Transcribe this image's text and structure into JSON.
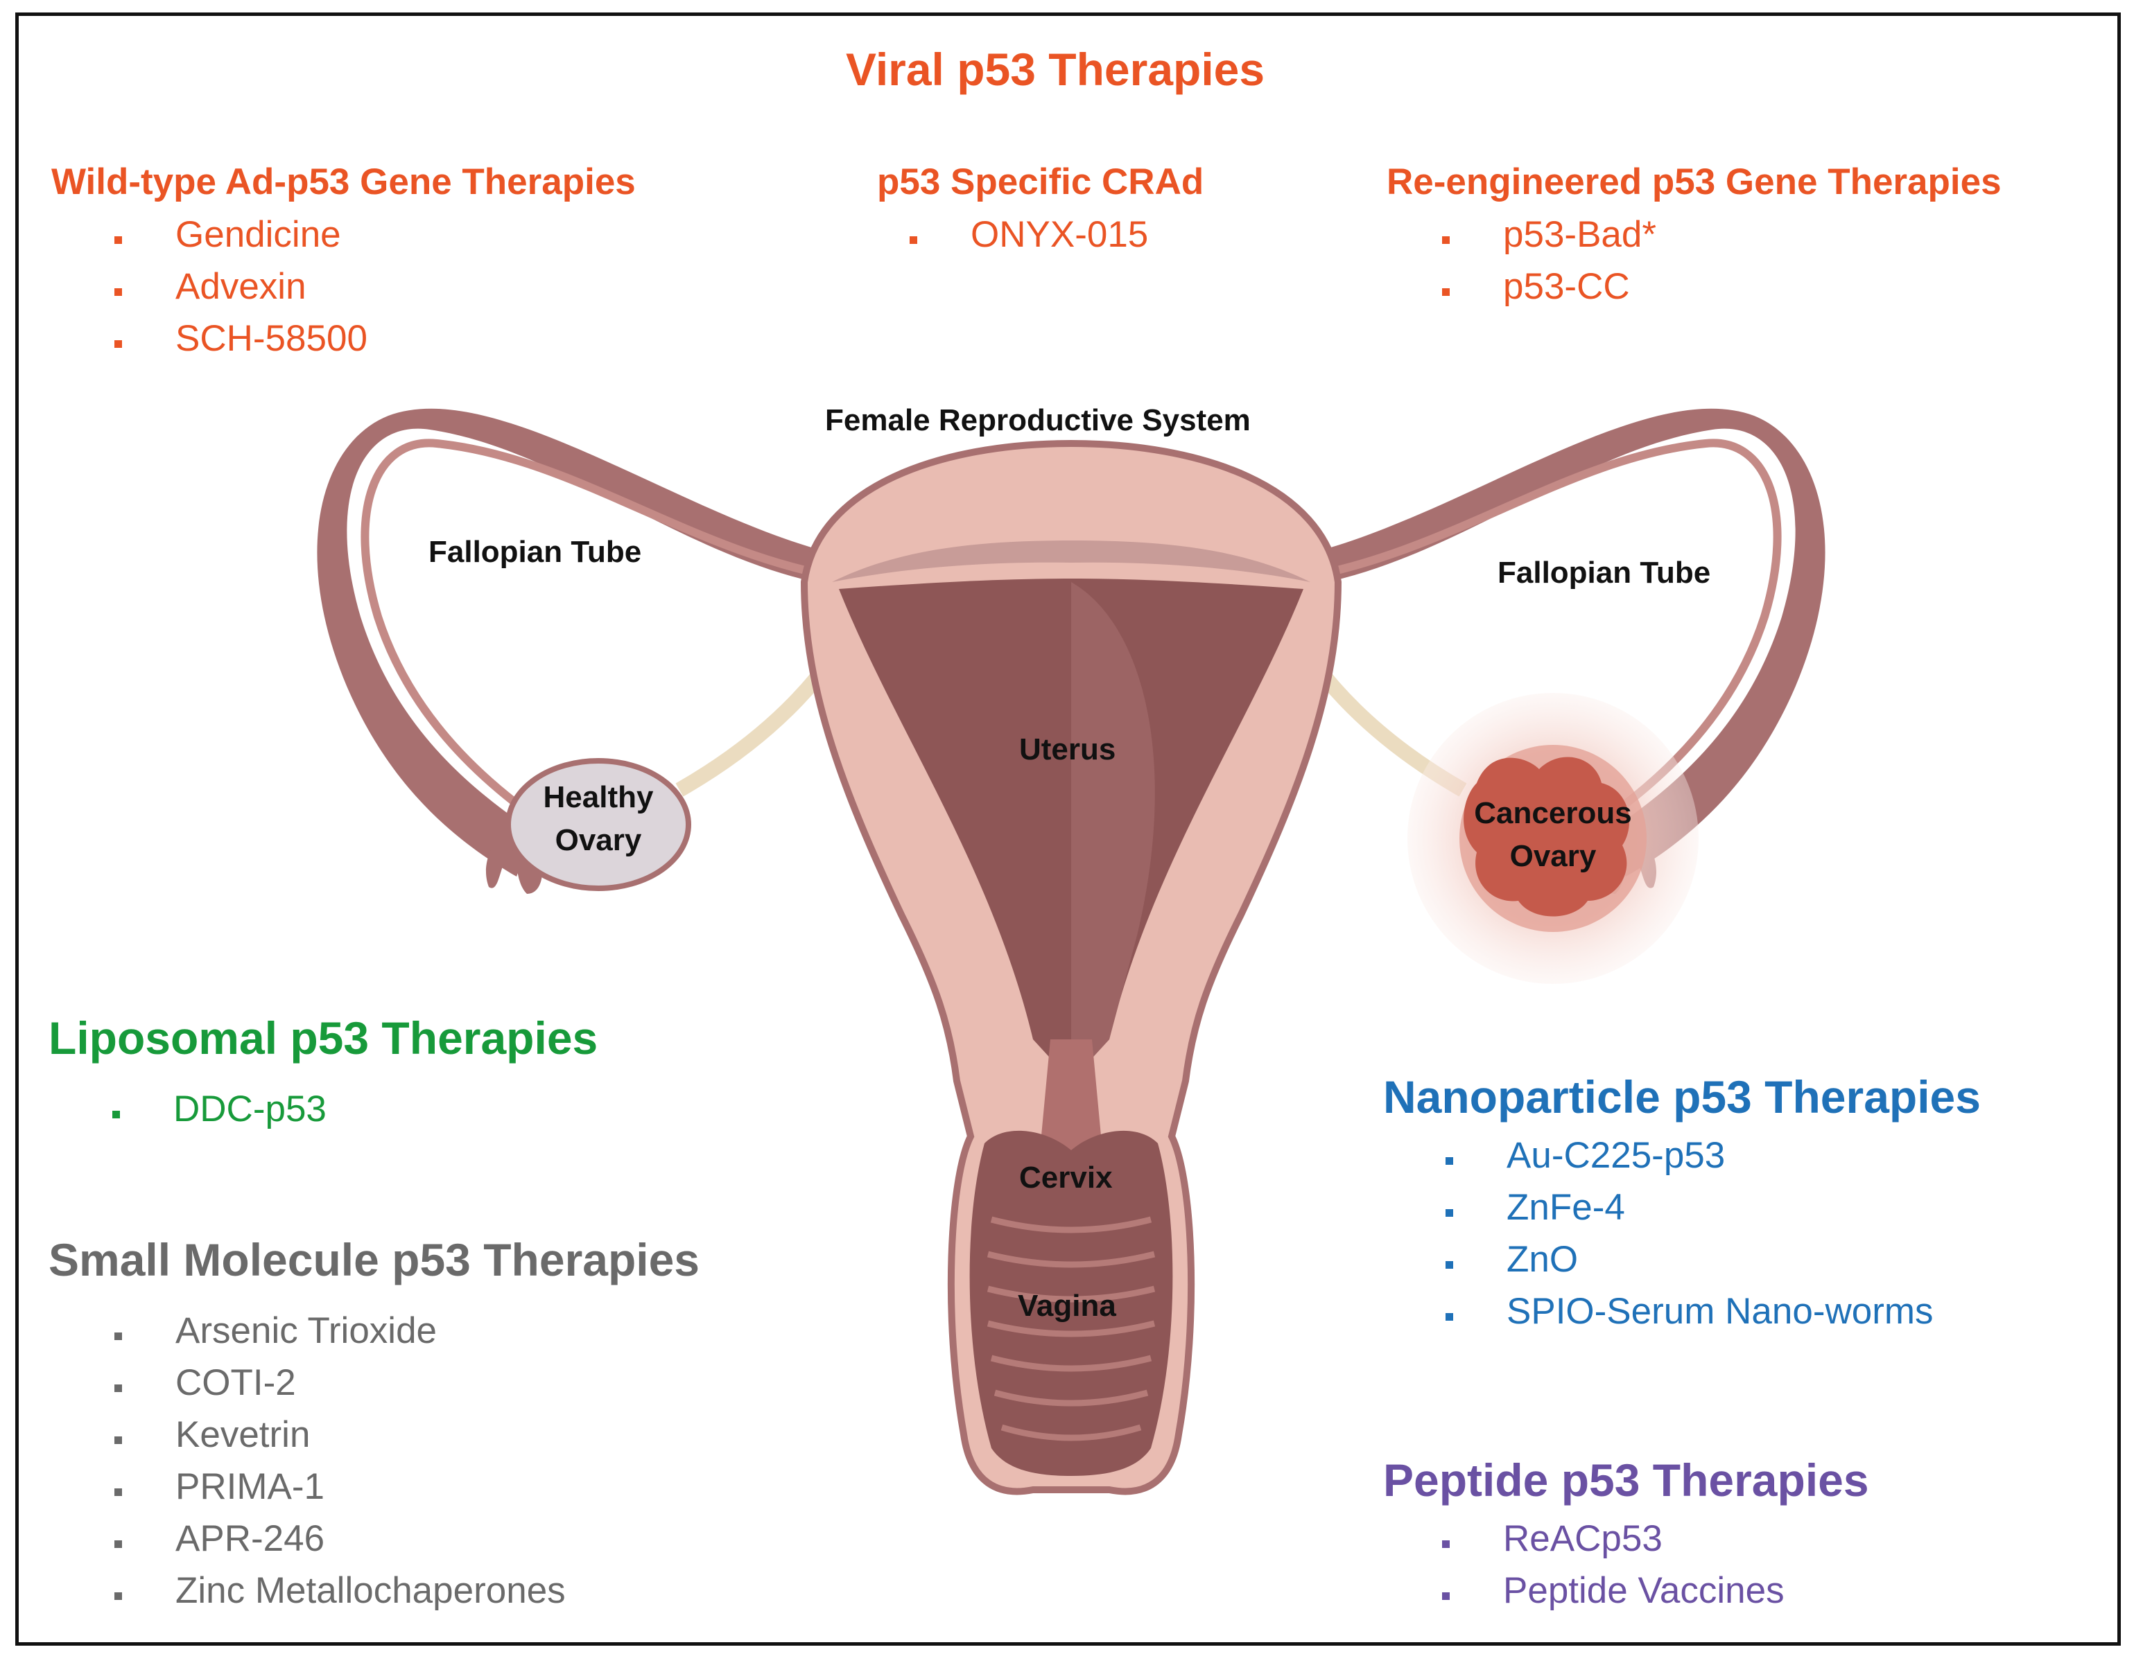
{
  "colors": {
    "viral": "#ea5424",
    "liposomal": "#179a3a",
    "small_molecule": "#6a6a6a",
    "nanoparticle": "#1f71b8",
    "peptide": "#6a51a3",
    "tissue_outer": "#a87070",
    "tissue_light": "#e9bcb2",
    "tissue_dark": "#8e5656",
    "tumor": "#c55a4b"
  },
  "diagram": {
    "main_title": "Viral p53 Therapies",
    "organ_title": "Female Reproductive System",
    "groups": {
      "wildtype": {
        "title": "Wild-type Ad-p53 Gene Therapies",
        "items": [
          "Gendicine",
          "Advexin",
          "SCH-58500"
        ]
      },
      "crad": {
        "title": "p53 Specific CRAd",
        "items": [
          "ONYX-015"
        ]
      },
      "reengineered": {
        "title": "Re-engineered p53 Gene Therapies",
        "items": [
          "p53-Bad*",
          "p53-CC"
        ]
      },
      "liposomal": {
        "title": "Liposomal p53 Therapies",
        "items": [
          "DDC-p53"
        ]
      },
      "small_molecule": {
        "title": "Small Molecule p53 Therapies",
        "items": [
          "Arsenic Trioxide",
          "COTI-2",
          "Kevetrin",
          "PRIMA-1",
          "APR-246",
          "Zinc Metallochaperones"
        ]
      },
      "nanoparticle": {
        "title": "Nanoparticle p53 Therapies",
        "items": [
          "Au-C225-p53",
          "ZnFe-4",
          "ZnO",
          "SPIO-Serum Nano-worms"
        ]
      },
      "peptide": {
        "title": "Peptide p53 Therapies",
        "items": [
          "ReACp53",
          "Peptide Vaccines"
        ]
      }
    },
    "anatomy_labels": {
      "fallopian_left": "Fallopian Tube",
      "fallopian_right": "Fallopian Tube",
      "uterus": "Uterus",
      "healthy_ovary": "Healthy\nOvary",
      "cancerous_ovary": "Cancerous\nOvary",
      "cervix": "Cervix",
      "vagina": "Vagina"
    }
  }
}
